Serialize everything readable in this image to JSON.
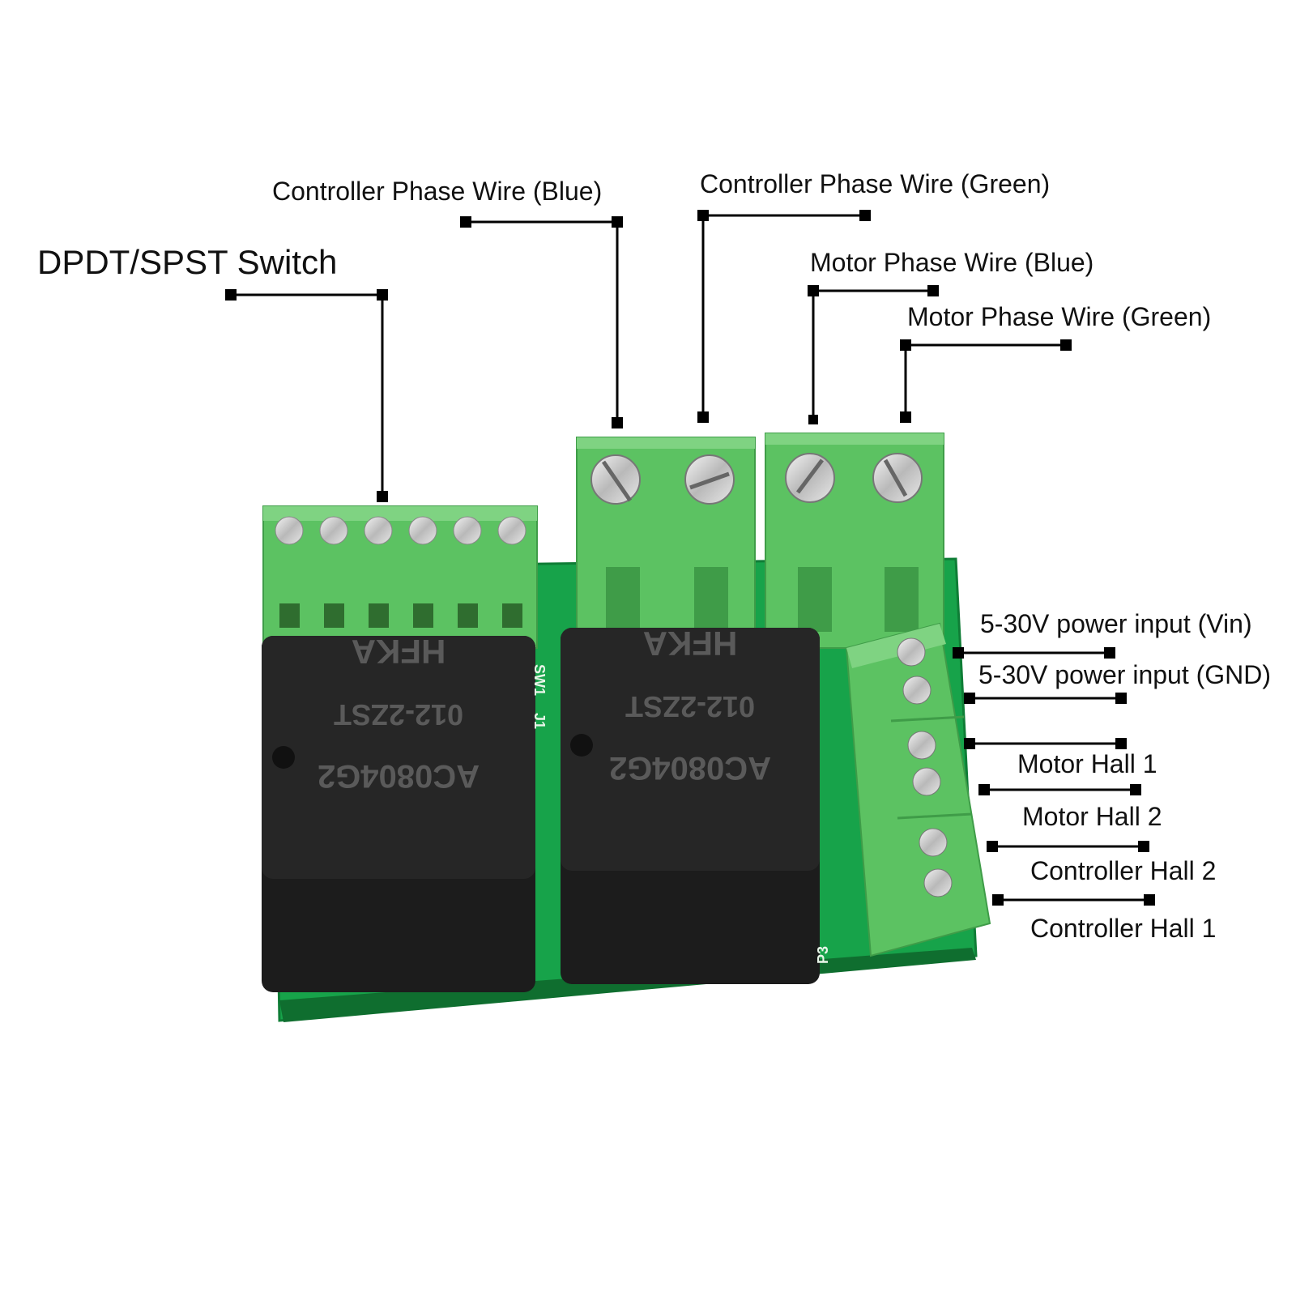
{
  "callouts": {
    "switch": "DPDT/SPST Switch",
    "controller_phase_blue": "Controller Phase Wire (Blue)",
    "controller_phase_green": "Controller Phase Wire (Green)",
    "motor_phase_blue": "Motor Phase Wire (Blue)",
    "motor_phase_green": "Motor Phase Wire (Green)",
    "power_vin": "5-30V power input (Vin)",
    "power_gnd": "5-30V power input (GND)",
    "motor_hall_1": "Motor Hall 1",
    "motor_hall_2": "Motor Hall 2",
    "controller_hall_2": "Controller Hall 2",
    "controller_hall_1": "Controller Hall 1"
  },
  "board": {
    "relays": [
      {
        "model": "AC0804G2",
        "part": "012-2ZST",
        "brand": "HFKA"
      },
      {
        "model": "AC0804G2",
        "part": "012-2ZST",
        "brand": "HFKA"
      }
    ],
    "silk": [
      "SW1",
      "J1",
      "P3"
    ]
  },
  "colors": {
    "pcb": "#17a34a",
    "terminal": "#5cc262",
    "terminal_dark": "#3f9c48",
    "relay": "#1c1c1c",
    "callout_line": "#000000"
  }
}
